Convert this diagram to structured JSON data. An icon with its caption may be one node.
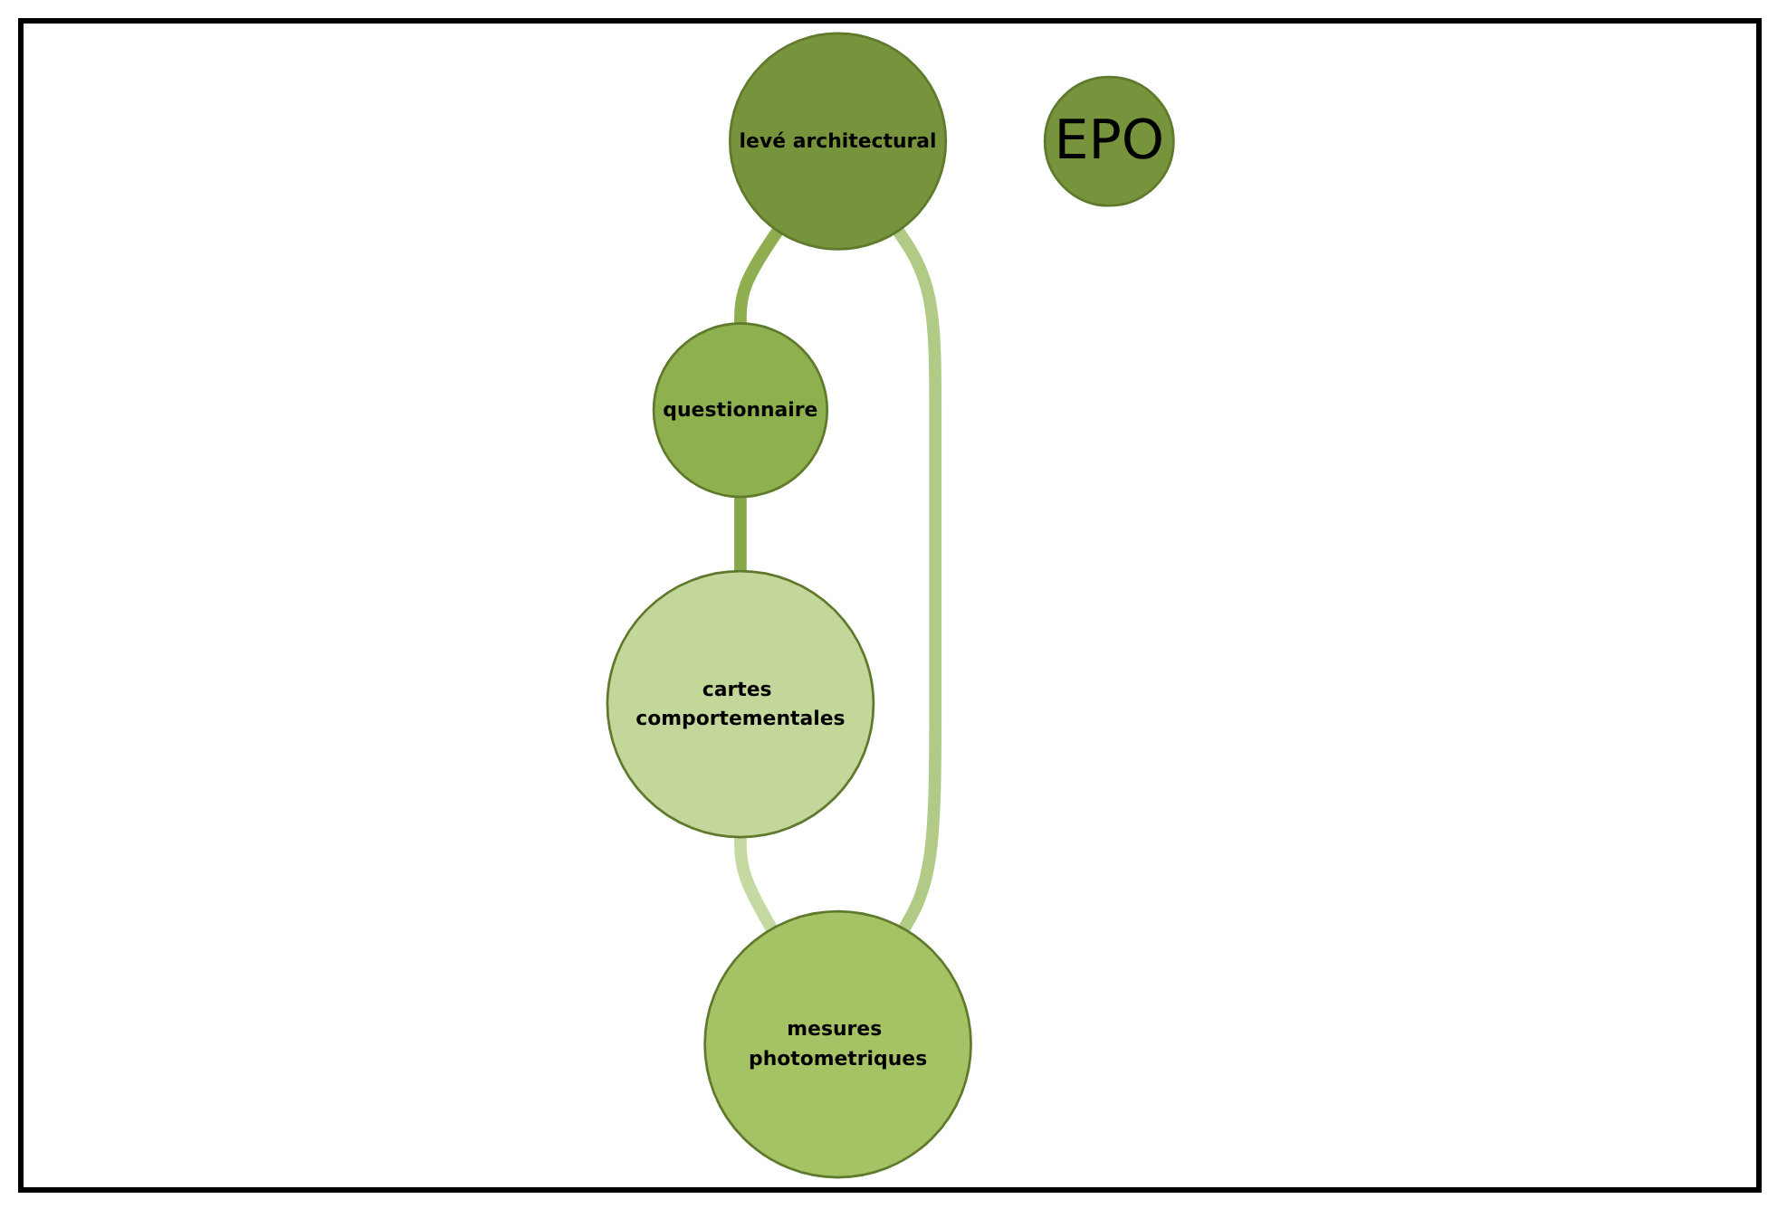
{
  "diagram": {
    "nodes": [
      {
        "text": [
          "levé architectural"
        ]
      },
      {
        "text": [
          "mesures photometriques"
        ]
      },
      {
        "text": [
          "EPO"
        ]
      },
      {
        "text": [
          "questionnaire"
        ]
      },
      {
        "text": [
          "cartes comportementales"
        ]
      }
    ],
    "edges": [
      {
        "from": 0,
        "to": 3,
        "arrow": "none",
        "color": "#8fae4f"
      },
      {
        "from": 3,
        "to": 4,
        "arrow": "none",
        "color": "#86a84a"
      },
      {
        "from": 4,
        "to": 1,
        "arrow": "none",
        "color": "#c6d9a2"
      },
      {
        "from": 1,
        "to": 0,
        "arrow": "none",
        "color": "#b1ca86"
      }
    ]
  }
}
